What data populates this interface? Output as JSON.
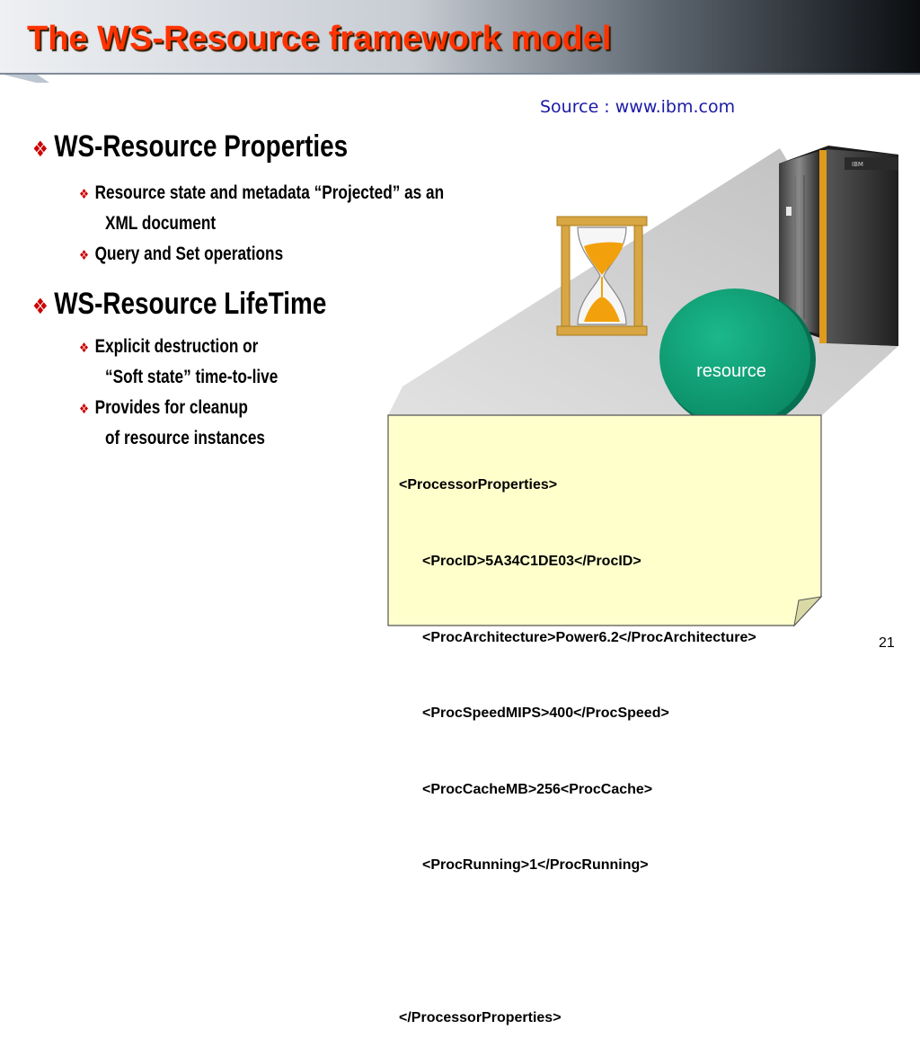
{
  "slide": {
    "title": "The WS-Resource framework model",
    "source": "Source : www.ibm.com",
    "page_number": "21"
  },
  "sections": [
    {
      "heading": "WS-Resource Properties",
      "items": [
        {
          "line1": "Resource state and metadata “Projected” as an",
          "line2": "XML document"
        },
        {
          "line1": "Query and Set operations"
        }
      ]
    },
    {
      "heading": "WS-Resource LifeTime",
      "items": [
        {
          "line1": "Explicit destruction or",
          "line2": "“Soft state” time-to-live"
        },
        {
          "line1": "Provides for cleanup",
          "line2": "of resource instances"
        }
      ]
    }
  ],
  "diagram": {
    "resource_label": "resource",
    "server_badge": "IBM",
    "xml_lines": [
      "<ProcessorProperties>",
      "<ProcID>5A34C1DE03</ProcID>",
      "<ProcArchitecture>Power6.2</ProcArchitecture>",
      "<ProcSpeedMIPS>400</ProcSpeed>",
      "<ProcCacheMB>256<ProcCache>",
      "<ProcRunning>1</ProcRunning>",
      "",
      "</ProcessorProperties>"
    ]
  },
  "colors": {
    "title": "#ff3300",
    "bullet": "#cc0000",
    "source_link": "#1a1aa6",
    "resource_fill": "#11a37a",
    "xml_note_fill": "#ffffcc",
    "hourglass_frame": "#d8a642",
    "hourglass_sand": "#f2a10c"
  },
  "icons": [
    "diamond-bullet-icon",
    "hourglass-icon",
    "server-rack-icon"
  ]
}
